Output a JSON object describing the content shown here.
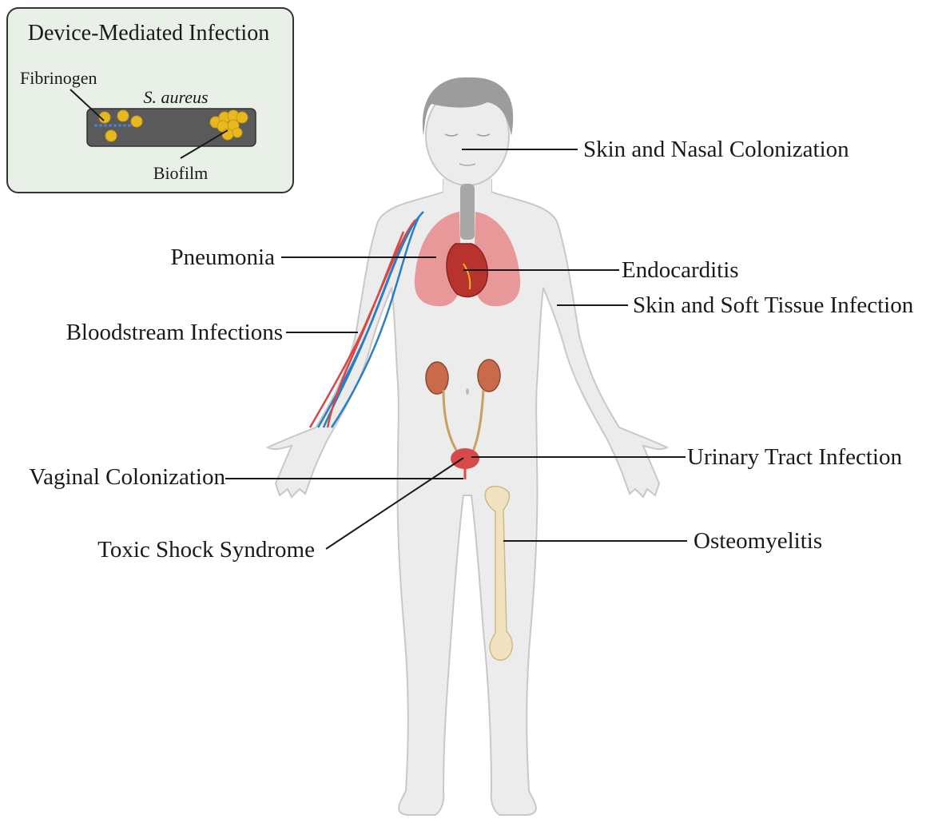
{
  "inset": {
    "title": "Device-Mediated Infection",
    "organism": "S. aureus",
    "fibrinogen_label": "Fibrinogen",
    "biofilm_label": "Biofilm",
    "panel_bg": "#e8f0e8",
    "device_color": "#5a5a5a",
    "bacteria_color": "#e8b820"
  },
  "labels": {
    "skin_nasal": "Skin and Nasal Colonization",
    "pneumonia": "Pneumonia",
    "endocarditis": "Endocarditis",
    "skin_soft_tissue": "Skin and Soft Tissue Infection",
    "bloodstream": "Bloodstream Infections",
    "uti": "Urinary Tract Infection",
    "vaginal": "Vaginal Colonization",
    "toxic_shock": "Toxic Shock Syndrome",
    "osteomyelitis": "Osteomyelitis"
  },
  "colors": {
    "body": "#ececec",
    "body_outline": "#c8c8c8",
    "hair": "#9c9c9c",
    "lungs": "#e88a8a",
    "heart": "#b8322e",
    "kidney": "#c96a4a",
    "ureter": "#c8a060",
    "bladder": "#d84a4a",
    "bone": "#f0e2bf",
    "vein": "#2a7fc4",
    "artery": "#d84848",
    "trachea": "#a8a8a8"
  }
}
